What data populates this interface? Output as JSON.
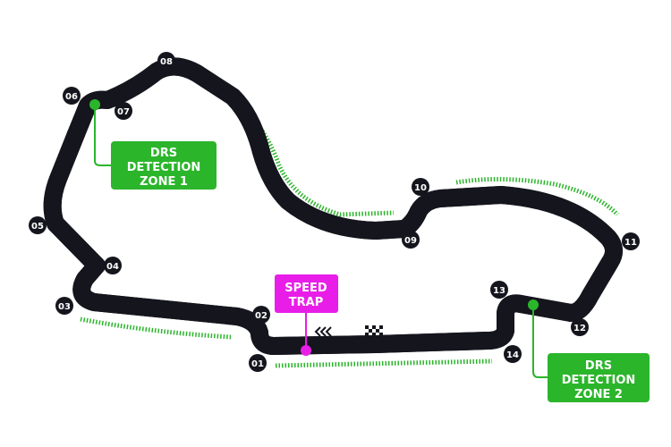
{
  "circuit": {
    "colors": {
      "track": "#15151e",
      "sector1": "#e10600",
      "sector2": "#1fa3d8",
      "sector3": "#f5c518",
      "drs": "#2bb52b",
      "speed_trap": "#e81ee8"
    },
    "turns": [
      "01",
      "02",
      "03",
      "04",
      "05",
      "06",
      "07",
      "08",
      "09",
      "10",
      "11",
      "12",
      "13",
      "14"
    ],
    "drs_zone_1": {
      "line1": "DRS",
      "line2": "DETECTION",
      "line3": "ZONE 1"
    },
    "drs_zone_2": {
      "line1": "DRS",
      "line2": "DETECTION",
      "line3": "ZONE 2"
    },
    "speed_trap": {
      "line1": "SPEED",
      "line2": "TRAP"
    },
    "icons": {
      "direction": "chevrons-left-icon",
      "start_finish": "checkered-flag-icon"
    }
  }
}
